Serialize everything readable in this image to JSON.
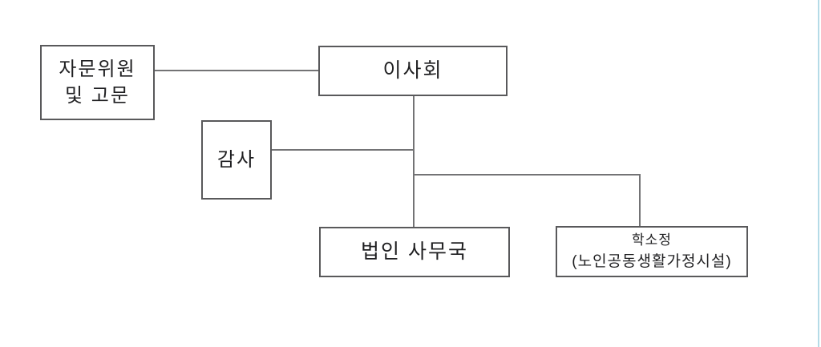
{
  "diagram": {
    "type": "org-chart",
    "nodes": {
      "advisory": {
        "line1": "자문위원",
        "line2": "및 고문"
      },
      "board": {
        "label": "이사회"
      },
      "auditor": {
        "label": "감사"
      },
      "secretariat": {
        "label": "법인 사무국"
      },
      "haksojeong": {
        "line1": "학소정",
        "line2": "(노인공동생활가정시설)"
      }
    },
    "edges": [
      {
        "from": "advisory",
        "to": "board"
      },
      {
        "from": "board",
        "to": "auditor"
      },
      {
        "from": "board",
        "to": "secretariat"
      },
      {
        "from": "board",
        "to": "haksojeong"
      }
    ],
    "colors": {
      "background": "#ffffff",
      "box_border": "#59595b",
      "connector_line": "#737375",
      "text": "#1f1f21",
      "page_edge_line": "#b5dbe7"
    }
  }
}
